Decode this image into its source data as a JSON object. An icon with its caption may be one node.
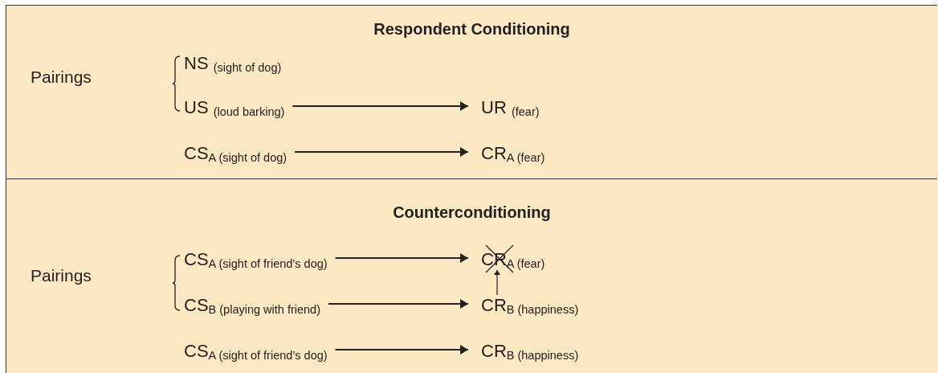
{
  "diagram": {
    "nodes": [
      {
        "text": [
          "Respondent Conditioning"
        ]
      },
      {
        "text": [
          "NS $_{(sight of dog)}$"
        ],
        "in": 0
      },
      {
        "text": [
          "US $_{(loud barking)}$"
        ],
        "in": 0
      },
      {
        "text": [
          "UR $_{(fear)}$"
        ],
        "in": 0
      },
      {
        "text": [
          "CS$_{A (sight of dog)}$"
        ],
        "in": 0
      },
      {
        "text": [
          "CR$_{A (fear)}$"
        ],
        "in": 0
      },
      {
        "text": [
          "Counterconditioning"
        ]
      },
      {
        "text": [
          "CS$_{A (sight of friend’s dog)}$"
        ],
        "in": 6
      },
      {
        "text": [
          "CR$_{A (fear)}$"
        ],
        "in": 6
      },
      {
        "text": [
          "CS$_{B (playing with friend)}$"
        ],
        "in": 6
      },
      {
        "text": [
          "CR$_{B (happiness)}$"
        ],
        "in": 6
      },
      {
        "text": [
          "CS$_{A (sight of friend’s dog)}$"
        ],
        "in": 6
      },
      {
        "text": [
          "CR$_{B (happiness)}$"
        ],
        "in": 6
      }
    ],
    "edges": [
      {
        "from": 2,
        "to": 3,
        "arrow": "to"
      },
      {
        "from": 4,
        "to": 5,
        "arrow": "to"
      },
      {
        "from": 7,
        "to": 8,
        "arrow": "to"
      },
      {
        "from": 9,
        "to": 10,
        "arrow": "to"
      },
      {
        "from": 10,
        "to": 8,
        "arrow": "to"
      },
      {
        "from": 11,
        "to": 12,
        "arrow": "to"
      }
    ],
    "labels": [
      "Pairings",
      "Pairings"
    ]
  }
}
